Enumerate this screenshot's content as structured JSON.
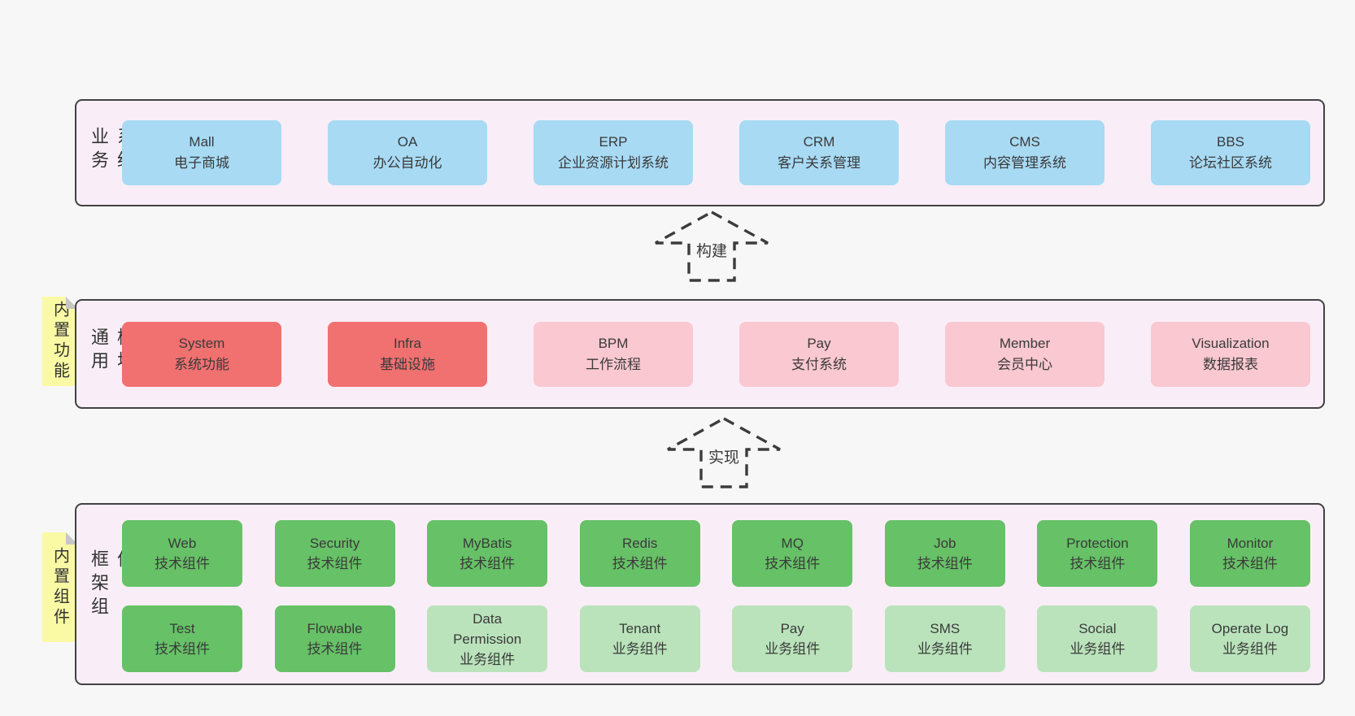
{
  "colors": {
    "page_bg": "#f7f7f7",
    "band_bg": "#f9eef7",
    "band_border": "#424242",
    "blue": "#a8daf4",
    "red": "#f17070",
    "pink": "#f9c8d0",
    "green": "#67c167",
    "green_light": "#bae3bb",
    "sticky_yellow": "#fafaa5",
    "text": "#3a3a3a"
  },
  "bands": [
    {
      "label": "业务系统",
      "boxes": [
        {
          "name": "Mall",
          "subtitle": "电子商城",
          "variant": "blue"
        },
        {
          "name": "OA",
          "subtitle": "办公自动化",
          "variant": "blue"
        },
        {
          "name": "ERP",
          "subtitle": "企业资源计划系统",
          "variant": "blue"
        },
        {
          "name": "CRM",
          "subtitle": "客户关系管理",
          "variant": "blue"
        },
        {
          "name": "CMS",
          "subtitle": "内容管理系统",
          "variant": "blue"
        },
        {
          "name": "BBS",
          "subtitle": "论坛社区系统",
          "variant": "blue"
        }
      ]
    },
    {
      "sticky": "内置功能",
      "label": "通用模块",
      "boxes": [
        {
          "name": "System",
          "subtitle": "系统功能",
          "variant": "red"
        },
        {
          "name": "Infra",
          "subtitle": "基础设施",
          "variant": "red"
        },
        {
          "name": "BPM",
          "subtitle": "工作流程",
          "variant": "pink"
        },
        {
          "name": "Pay",
          "subtitle": "支付系统",
          "variant": "pink"
        },
        {
          "name": "Member",
          "subtitle": "会员中心",
          "variant": "pink"
        },
        {
          "name": "Visualization",
          "subtitle": "数据报表",
          "variant": "pink"
        }
      ]
    },
    {
      "sticky": "内置组件",
      "label": "框架组件",
      "rows": [
        [
          {
            "name": "Web",
            "subtitle": "技术组件",
            "variant": "green"
          },
          {
            "name": "Security",
            "subtitle": "技术组件",
            "variant": "green"
          },
          {
            "name": "MyBatis",
            "subtitle": "技术组件",
            "variant": "green"
          },
          {
            "name": "Redis",
            "subtitle": "技术组件",
            "variant": "green"
          },
          {
            "name": "MQ",
            "subtitle": "技术组件",
            "variant": "green"
          },
          {
            "name": "Job",
            "subtitle": "技术组件",
            "variant": "green"
          },
          {
            "name": "Protection",
            "subtitle": "技术组件",
            "variant": "green"
          },
          {
            "name": "Monitor",
            "subtitle": "技术组件",
            "variant": "green"
          }
        ],
        [
          {
            "name": "Test",
            "subtitle": "技术组件",
            "variant": "green"
          },
          {
            "name": "Flowable",
            "subtitle": "技术组件",
            "variant": "green"
          },
          {
            "name": "Data Permission",
            "subtitle": "业务组件",
            "variant": "green-light"
          },
          {
            "name": "Tenant",
            "subtitle": "业务组件",
            "variant": "green-light"
          },
          {
            "name": "Pay",
            "subtitle": "业务组件",
            "variant": "green-light"
          },
          {
            "name": "SMS",
            "subtitle": "业务组件",
            "variant": "green-light"
          },
          {
            "name": "Social",
            "subtitle": "业务组件",
            "variant": "green-light"
          },
          {
            "name": "Operate Log",
            "subtitle": "业务组件",
            "variant": "green-light"
          }
        ]
      ]
    }
  ],
  "arrows": [
    {
      "label": "构建"
    },
    {
      "label": "实现"
    }
  ]
}
